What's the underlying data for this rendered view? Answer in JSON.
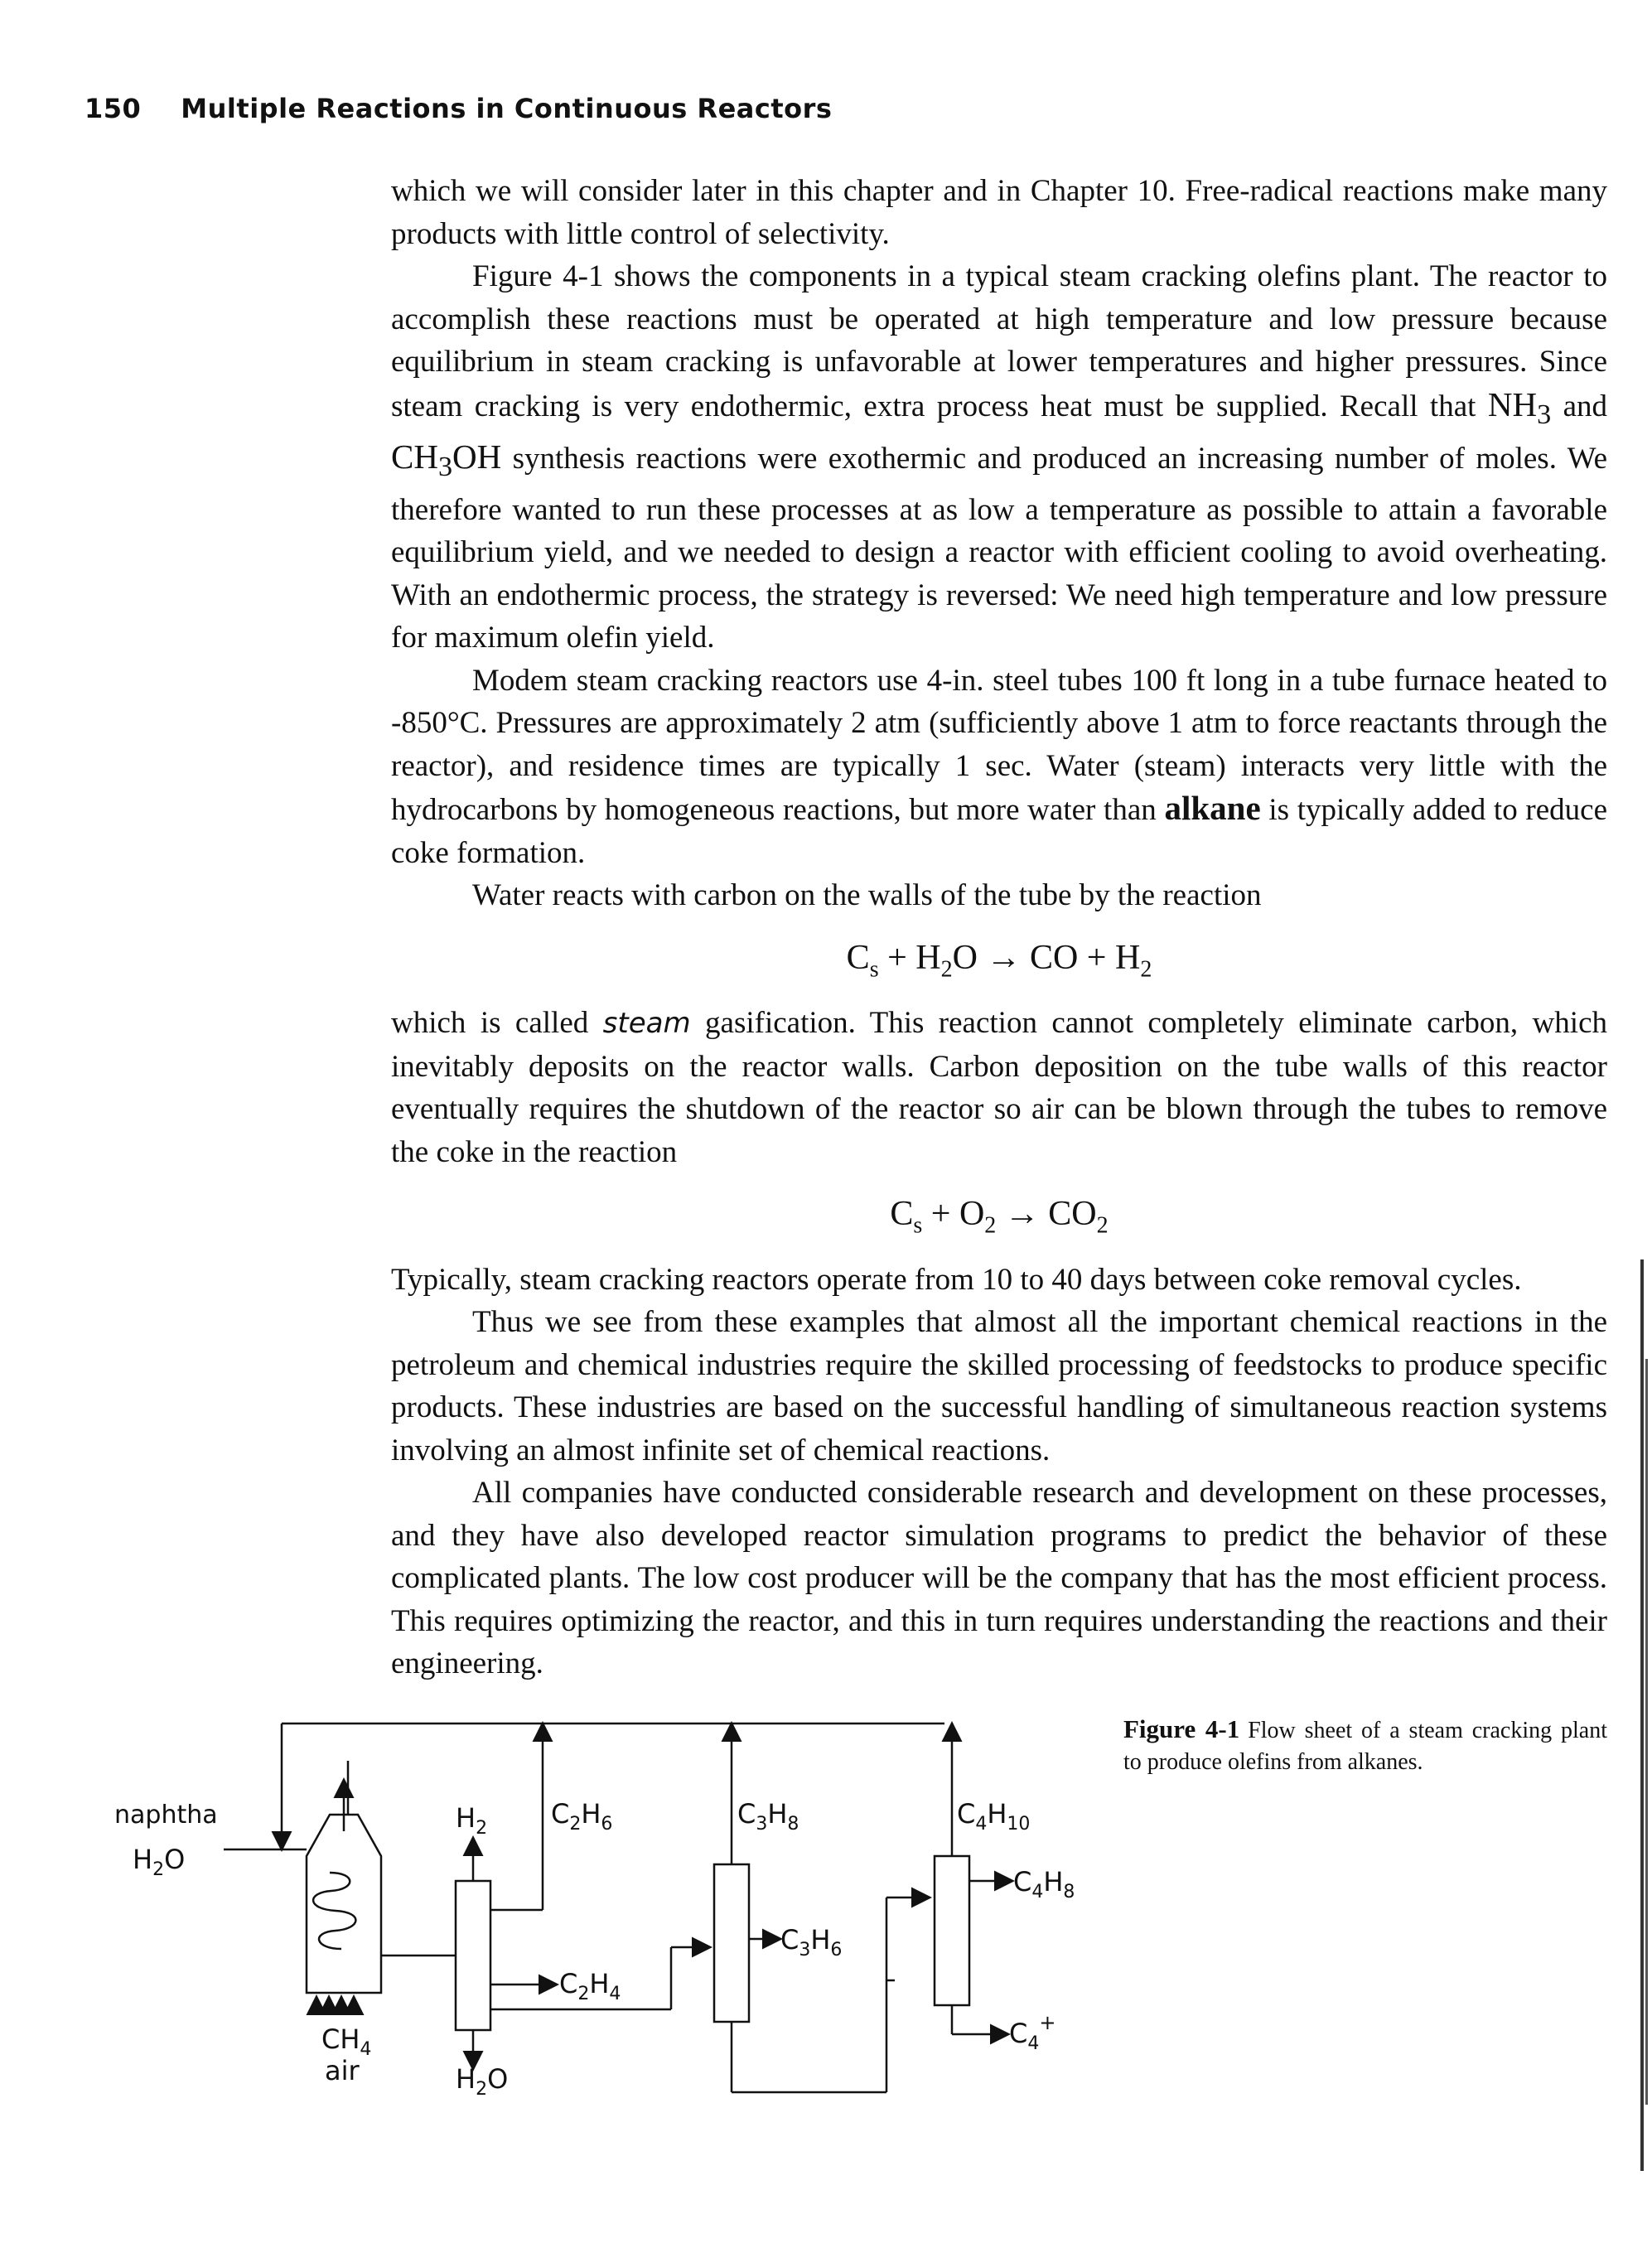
{
  "header": {
    "page_number": "150",
    "running_title": "Multiple Reactions in Continuous Reactors"
  },
  "paragraphs": [
    "which we will consider later in this chapter and in Chapter 10. Free-radical reactions make many products with little control of selectivity.",
    "Figure 4-1 shows the components in a typical steam cracking olefins plant. The reactor to accomplish these reactions must be operated at high temperature and low pressure because equilibrium in steam cracking is unfavorable at lower temperatures and higher pressures. Since steam cracking is very endothermic, extra process heat must be supplied. Recall that",
    "synthesis reactions were exothermic and produced an increasing number of moles. We therefore wanted to run these processes at as low a temperature as possible to attain a favorable equilibrium yield, and we needed to design a reactor with efficient cooling to avoid overheating. With an endothermic process, the strategy is reversed: We need high temperature and low pressure for maximum olefin yield.",
    "Modem steam cracking reactors use 4-in. steel tubes 100 ft long in a tube furnace heated to -850°C. Pressures are approximately 2 atm (sufficiently above 1 atm to force reactants through the reactor), and residence times are typically 1 sec. Water (steam) interacts very little with the hydrocarbons by homogeneous reactions, but more water than",
    "is typically added to reduce coke formation.",
    "Water reacts with carbon on the walls of the tube by the reaction",
    "which is called",
    "gasification. This reaction cannot completely eliminate carbon, which inevitably deposits on the reactor walls. Carbon deposition on the tube walls of this reactor eventually requires the shutdown of the reactor so air can be blown through the tubes to remove the coke in the reaction",
    "Typically, steam cracking reactors operate from 10 to 40 days between coke removal cycles.",
    "Thus we see from these examples that almost all the important chemical reactions in the petroleum and chemical industries require the skilled processing of feedstocks to produce specific products. These industries are based on the successful handling of simultaneous reaction systems involving an almost infinite set of chemical reactions.",
    "All companies have conducted considerable research and development on these processes, and they have also developed reactor simulation programs to predict the behavior of these complicated plants. The low cost producer will be the company that has the most efficient process. This requires optimizing the reactor, and this in turn requires understanding the reactions and their engineering."
  ],
  "inline": {
    "nh3": "NH3",
    "and": "and",
    "ch3oh": "CH3OH",
    "alkane": "alkane",
    "steam": "steam"
  },
  "equations": {
    "eq1": {
      "lhs": "C",
      "s": "s",
      "plus1": " + H",
      "two": "2",
      "o": "O → CO + H",
      "two2": "2"
    },
    "eq2": {
      "lhs": "C",
      "s": "s",
      "plus": " + O",
      "two": "2",
      "arrow": " → CO",
      "two2": "2"
    }
  },
  "figure": {
    "caption_label": "Figure 4-1",
    "caption_text": "Flow sheet of a steam cracking plant to produce olefins from alkanes.",
    "labels": {
      "naphtha": "naphtha",
      "h2o_in": "H2O",
      "ch4": "CH4",
      "air": "air",
      "h2": "H2",
      "c2h6": "C2H6",
      "c2h4": "C2H4",
      "h2o_out": "H2O",
      "c3h8": "C3H8",
      "c3h6": "C3H6",
      "c4h10": "C4H10",
      "c4h8": "C4H8",
      "c4plus": "C4+"
    }
  }
}
